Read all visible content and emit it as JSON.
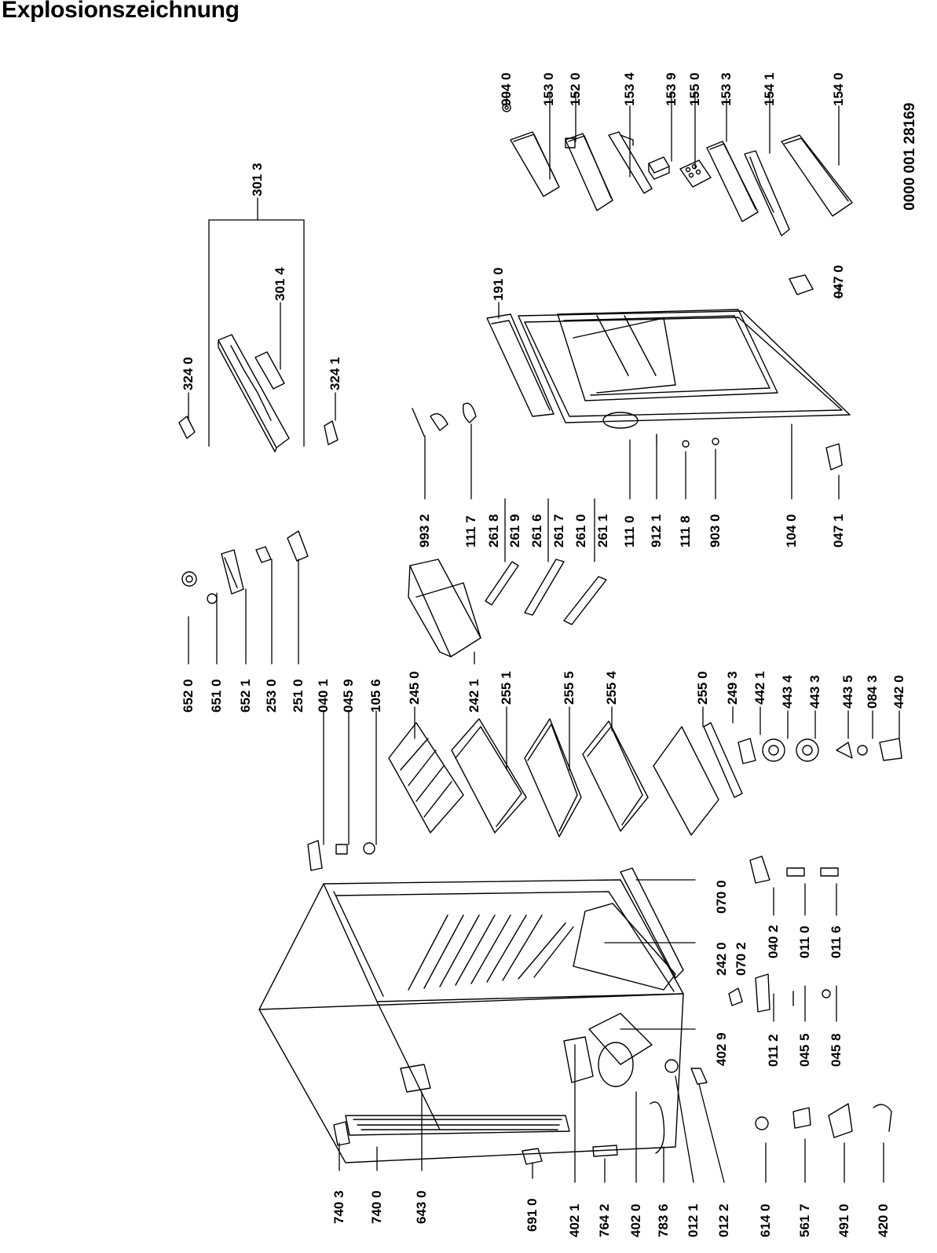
{
  "title": "Explosionszeichnung",
  "document_number": "0000 001 28169",
  "part_labels": [
    {
      "id": "p1",
      "text": "904 0"
    },
    {
      "id": "p2",
      "text": "153 0"
    },
    {
      "id": "p3",
      "text": "152 0"
    },
    {
      "id": "p4",
      "text": "153 4"
    },
    {
      "id": "p5",
      "text": "153 9"
    },
    {
      "id": "p6",
      "text": "155 0"
    },
    {
      "id": "p7",
      "text": "153 3"
    },
    {
      "id": "p8",
      "text": "154 1"
    },
    {
      "id": "p9",
      "text": "154 0"
    },
    {
      "id": "p10",
      "text": "301 3"
    },
    {
      "id": "p11",
      "text": "301 4"
    },
    {
      "id": "p12",
      "text": "324 0"
    },
    {
      "id": "p13",
      "text": "324 1"
    },
    {
      "id": "p14",
      "text": "191 0"
    },
    {
      "id": "p15",
      "text": "047 0"
    },
    {
      "id": "p16",
      "text": "993 2"
    },
    {
      "id": "p17",
      "text": "111 7"
    },
    {
      "id": "p18",
      "text": "261 8"
    },
    {
      "id": "p19",
      "text": "261 9"
    },
    {
      "id": "p20",
      "text": "261 6"
    },
    {
      "id": "p21",
      "text": "261 7"
    },
    {
      "id": "p22",
      "text": "261 0"
    },
    {
      "id": "p23",
      "text": "261 1"
    },
    {
      "id": "p24",
      "text": "111 0"
    },
    {
      "id": "p25",
      "text": "912 1"
    },
    {
      "id": "p26",
      "text": "111 8"
    },
    {
      "id": "p27",
      "text": "903 0"
    },
    {
      "id": "p28",
      "text": "104 0"
    },
    {
      "id": "p29",
      "text": "047 1"
    },
    {
      "id": "p30",
      "text": "652 0"
    },
    {
      "id": "p31",
      "text": "651 0"
    },
    {
      "id": "p32",
      "text": "652 1"
    },
    {
      "id": "p33",
      "text": "253 0"
    },
    {
      "id": "p34",
      "text": "251 0"
    },
    {
      "id": "p35",
      "text": "040 1"
    },
    {
      "id": "p36",
      "text": "045 9"
    },
    {
      "id": "p37",
      "text": "105 6"
    },
    {
      "id": "p38",
      "text": "245 0"
    },
    {
      "id": "p39",
      "text": "242 1"
    },
    {
      "id": "p40",
      "text": "255 1"
    },
    {
      "id": "p41",
      "text": "255 5"
    },
    {
      "id": "p42",
      "text": "255 4"
    },
    {
      "id": "p43",
      "text": "255 0"
    },
    {
      "id": "p44",
      "text": "249 3"
    },
    {
      "id": "p45",
      "text": "442 1"
    },
    {
      "id": "p46",
      "text": "443 4"
    },
    {
      "id": "p47",
      "text": "443 3"
    },
    {
      "id": "p48",
      "text": "443 5"
    },
    {
      "id": "p49",
      "text": "084 3"
    },
    {
      "id": "p50",
      "text": "442 0"
    },
    {
      "id": "p51",
      "text": "070 0"
    },
    {
      "id": "p52",
      "text": "242 0"
    },
    {
      "id": "p53",
      "text": "070 2"
    },
    {
      "id": "p54",
      "text": "040 2"
    },
    {
      "id": "p55",
      "text": "011 0"
    },
    {
      "id": "p56",
      "text": "011 6"
    },
    {
      "id": "p57",
      "text": "402 9"
    },
    {
      "id": "p58",
      "text": "011 2"
    },
    {
      "id": "p59",
      "text": "045 5"
    },
    {
      "id": "p60",
      "text": "045 8"
    },
    {
      "id": "p61",
      "text": "740 3"
    },
    {
      "id": "p62",
      "text": "740 0"
    },
    {
      "id": "p63",
      "text": "643 0"
    },
    {
      "id": "p64",
      "text": "691 0"
    },
    {
      "id": "p65",
      "text": "402 1"
    },
    {
      "id": "p66",
      "text": "764 2"
    },
    {
      "id": "p67",
      "text": "402 0"
    },
    {
      "id": "p68",
      "text": "783 6"
    },
    {
      "id": "p69",
      "text": "012 1"
    },
    {
      "id": "p70",
      "text": "012 2"
    },
    {
      "id": "p71",
      "text": "614 0"
    },
    {
      "id": "p72",
      "text": "561 7"
    },
    {
      "id": "p73",
      "text": "491 0"
    },
    {
      "id": "p74",
      "text": "420 0"
    }
  ]
}
